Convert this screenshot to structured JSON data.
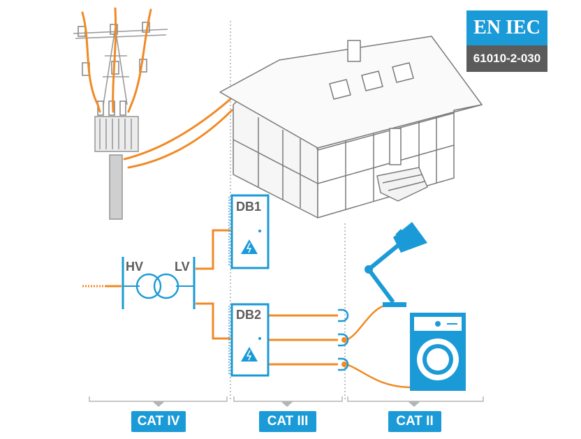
{
  "standard": {
    "title": "EN IEC",
    "number": "61010-2-030"
  },
  "transformer": {
    "hv_label": "HV",
    "lv_label": "LV"
  },
  "boards": [
    {
      "id": "db1",
      "label": "DB1"
    },
    {
      "id": "db2",
      "label": "DB2"
    }
  ],
  "categories": [
    {
      "id": "cat4",
      "label": "CAT IV"
    },
    {
      "id": "cat3",
      "label": "CAT III"
    },
    {
      "id": "cat2",
      "label": "CAT II"
    }
  ],
  "icons": [
    "utility-pole-icon",
    "house-icon",
    "transformer-icon",
    "distribution-board-icon",
    "high-voltage-icon",
    "socket-icon",
    "desk-lamp-icon",
    "washing-machine-icon"
  ],
  "colors": {
    "accent": "#1a9ad6",
    "cable": "#f08a24",
    "outline": "#8a8a8a",
    "dark": "#5b5b5b"
  }
}
